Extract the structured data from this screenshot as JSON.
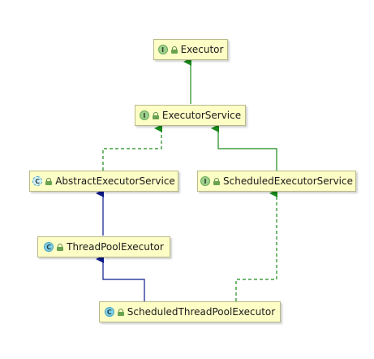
{
  "diagram": {
    "nodes": [
      {
        "id": "executor",
        "label": "Executor",
        "kind": "interface",
        "badge": "I"
      },
      {
        "id": "executor-service",
        "label": "ExecutorService",
        "kind": "interface",
        "badge": "I"
      },
      {
        "id": "abstract-executor-service",
        "label": "AbstractExecutorService",
        "kind": "abstract",
        "badge": "C"
      },
      {
        "id": "scheduled-executor-service",
        "label": "ScheduledExecutorService",
        "kind": "interface",
        "badge": "I"
      },
      {
        "id": "thread-pool-executor",
        "label": "ThreadPoolExecutor",
        "kind": "class",
        "badge": "C"
      },
      {
        "id": "scheduled-thread-pool-executor",
        "label": "ScheduledThreadPoolExecutor",
        "kind": "class",
        "badge": "C"
      }
    ],
    "edges": [
      {
        "from": "executor-service",
        "to": "executor",
        "type": "extends-interface"
      },
      {
        "from": "abstract-executor-service",
        "to": "executor-service",
        "type": "implements"
      },
      {
        "from": "scheduled-executor-service",
        "to": "executor-service",
        "type": "extends-interface"
      },
      {
        "from": "thread-pool-executor",
        "to": "abstract-executor-service",
        "type": "extends-class"
      },
      {
        "from": "scheduled-thread-pool-executor",
        "to": "thread-pool-executor",
        "type": "extends-class"
      },
      {
        "from": "scheduled-thread-pool-executor",
        "to": "scheduled-executor-service",
        "type": "implements"
      }
    ],
    "colors": {
      "interface_edge": "#1a8a1a",
      "implements_edge": "#1a8a1a",
      "class_edge": "#0b1a8a",
      "node_fill": "#fdfdc6",
      "node_border": "#b9b98a"
    },
    "icons": {
      "interface": "interface-icon",
      "class": "class-icon",
      "abstract": "abstract-class-icon",
      "visibility": "lock-icon"
    }
  }
}
